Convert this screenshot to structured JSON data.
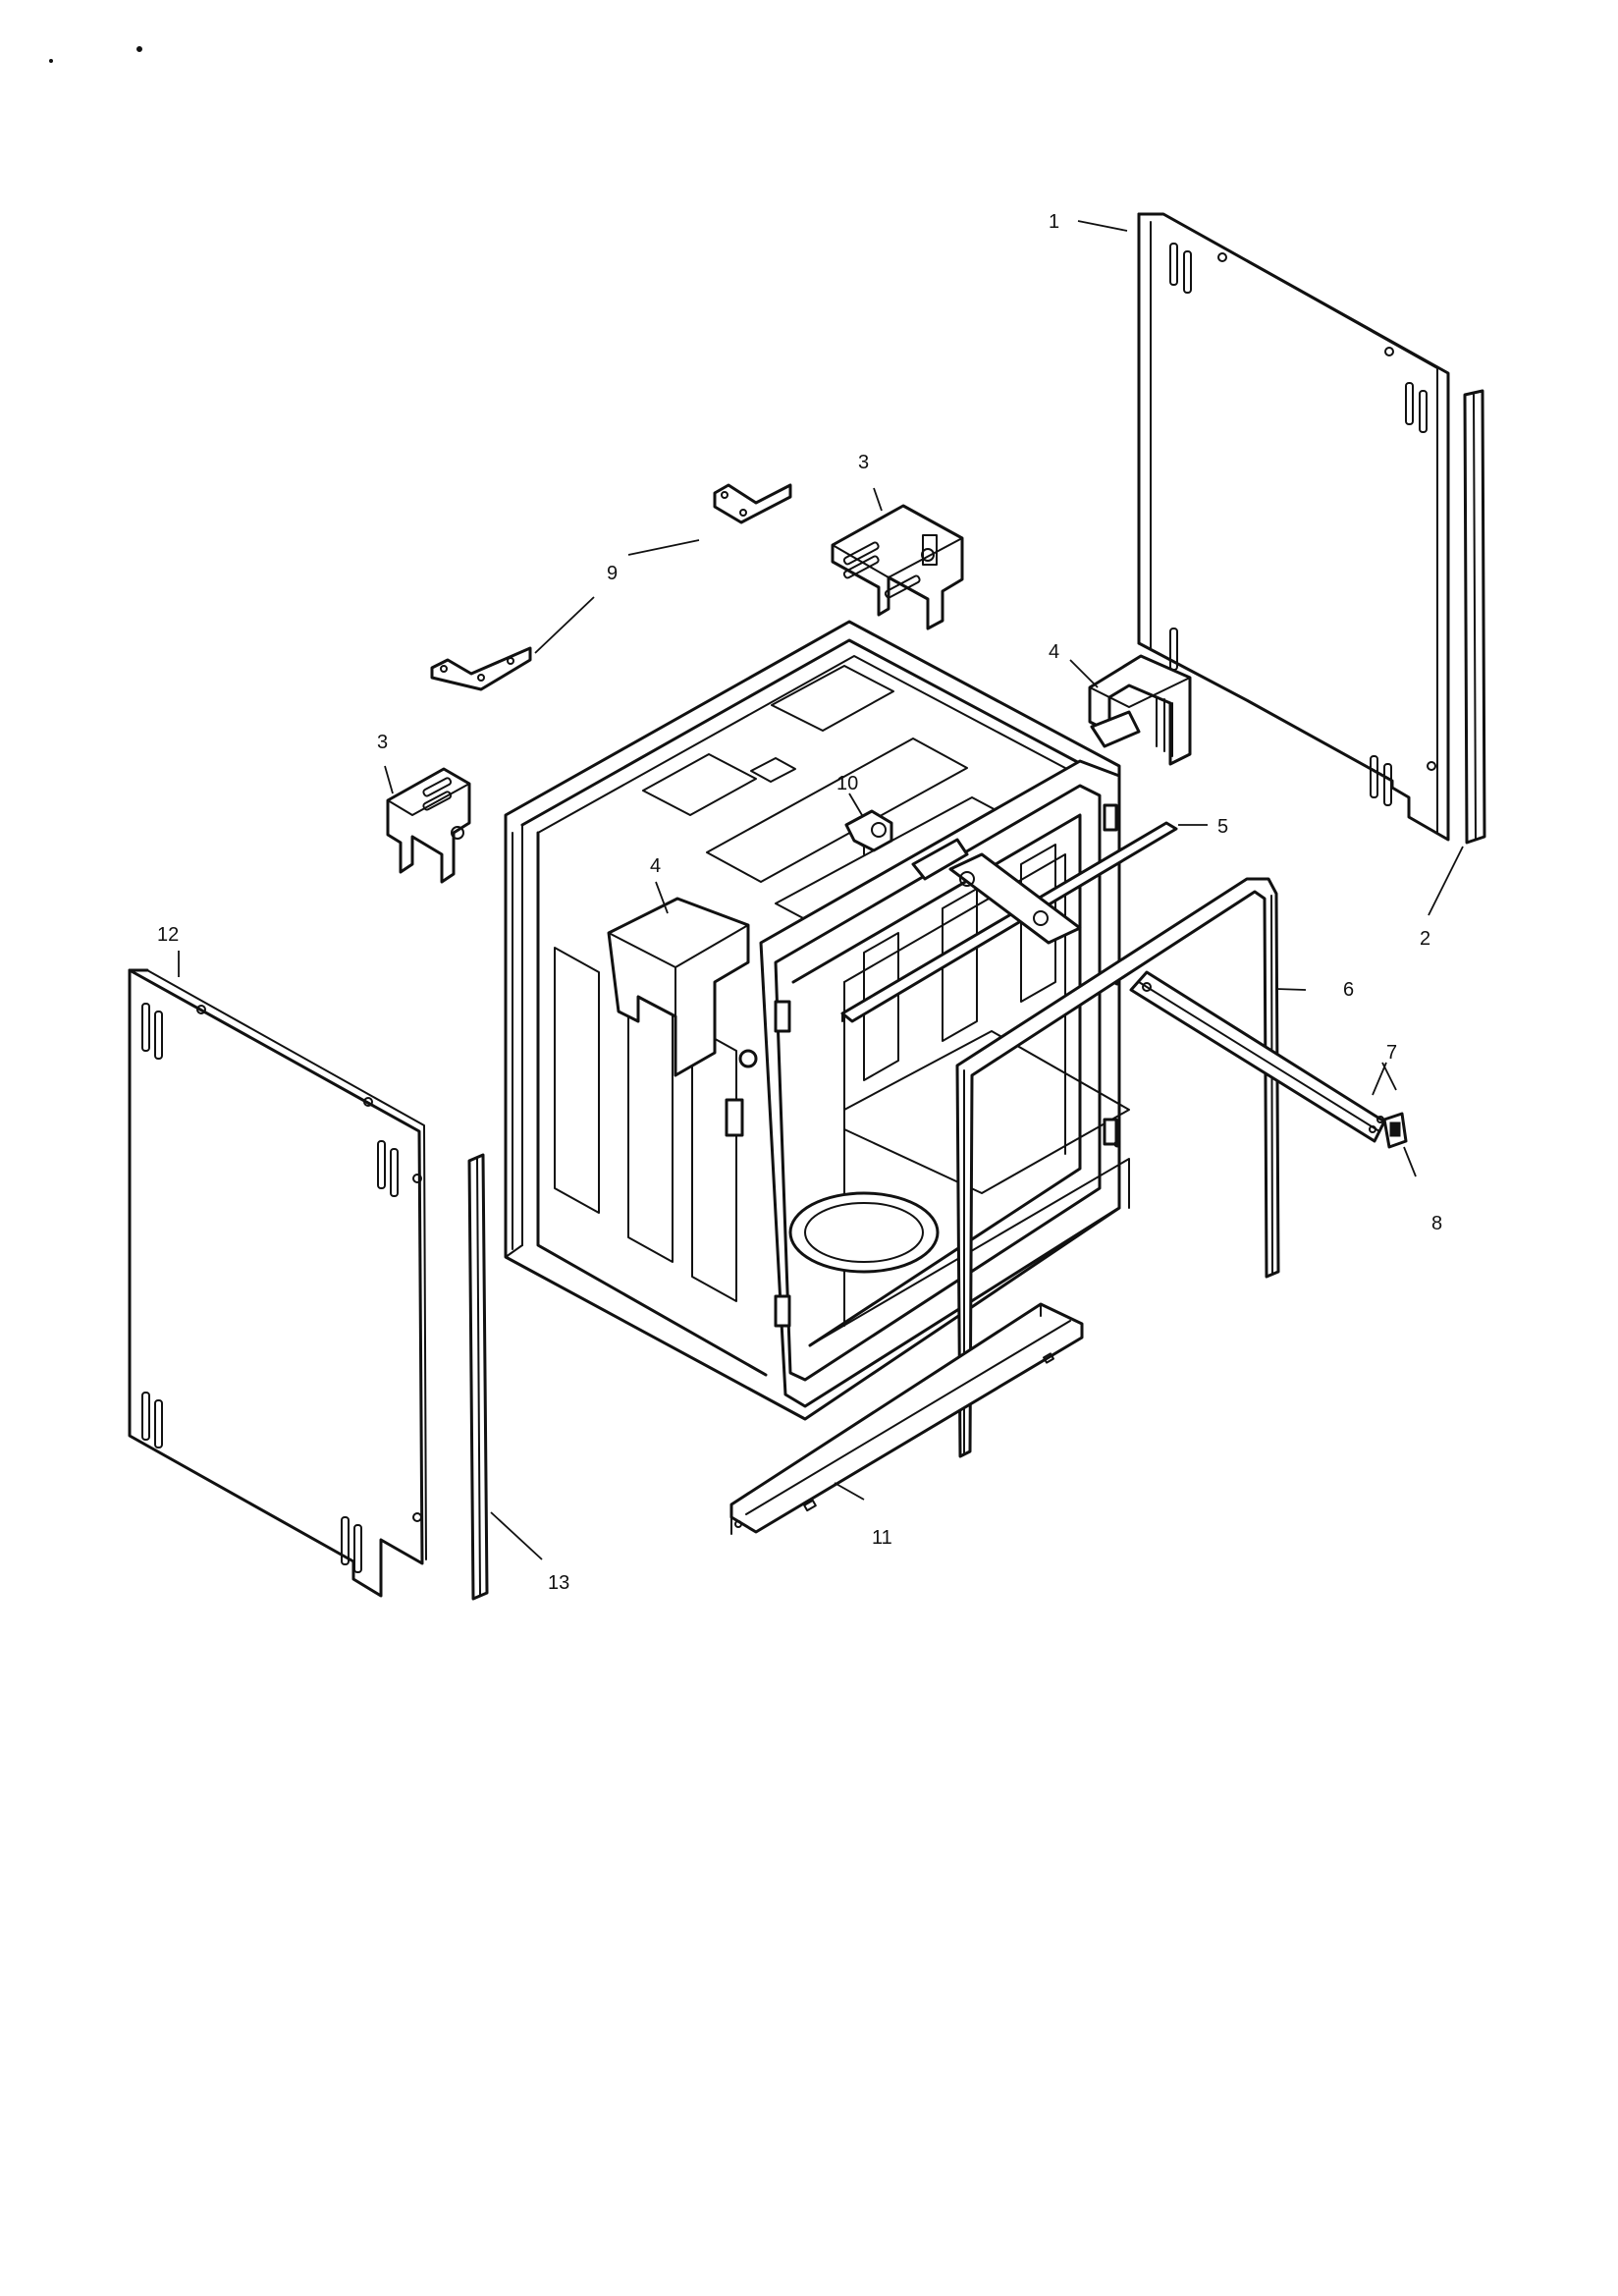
{
  "callouts": {
    "c1": "1",
    "c2": "2",
    "c3a": "3",
    "c3b": "3",
    "c4a": "4",
    "c4b": "4",
    "c5": "5",
    "c6": "6",
    "c7": "7",
    "c8": "8",
    "c9": "9",
    "c10": "10",
    "c11": "11",
    "c12": "12",
    "c13": "13"
  }
}
